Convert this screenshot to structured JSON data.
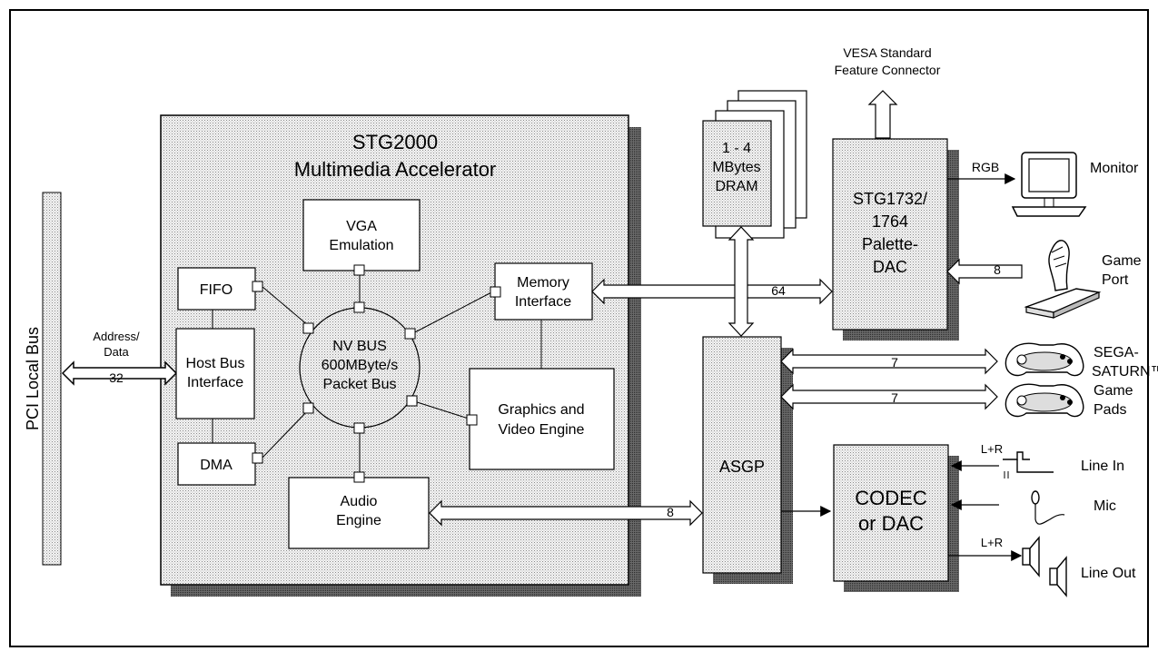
{
  "pci_bus": {
    "label": "PCI Local Bus"
  },
  "address_bus": {
    "label_line1": "Address/",
    "label_line2": "Data",
    "width": "32"
  },
  "stg2000": {
    "title": "STG2000",
    "subtitle": "Multimedia Accelerator"
  },
  "vga": {
    "line1": "VGA",
    "line2": "Emulation"
  },
  "fifo": {
    "label": "FIFO"
  },
  "host_bus": {
    "line1": "Host Bus",
    "line2": "Interface"
  },
  "dma": {
    "label": "DMA"
  },
  "nv_bus": {
    "line1": "NV BUS",
    "line2": "600MByte/s",
    "line3": "Packet Bus"
  },
  "memory_interface": {
    "line1": "Memory",
    "line2": "Interface"
  },
  "graphics_engine": {
    "line1": "Graphics and",
    "line2": "Video Engine"
  },
  "audio_engine": {
    "line1": "Audio",
    "line2": "Engine"
  },
  "dram": {
    "line1": "1 - 4",
    "line2": "MBytes",
    "line3": "DRAM"
  },
  "vesa": {
    "line1": "VESA Standard",
    "line2": "Feature Connector"
  },
  "palette_dac": {
    "line1": "STG1732/",
    "line2": "1764",
    "line3": "Palette-",
    "line4": "DAC"
  },
  "asgp": {
    "label": "ASGP"
  },
  "codec": {
    "line1": "CODEC",
    "line2": "or DAC"
  },
  "bus_widths": {
    "memory": "64",
    "game_port": "8",
    "audio": "8",
    "pad1": "7",
    "pad2": "7"
  },
  "signals": {
    "rgb": "RGB",
    "line_in_lr": "L+R",
    "line_out_lr": "L+R"
  },
  "peripherals": {
    "monitor": "Monitor",
    "game_port_line1": "Game",
    "game_port_line2": "Port",
    "sega_line1": "SEGA-",
    "sega_line2": "SATURN™",
    "sega_line3": "Game",
    "sega_line4": "Pads",
    "line_in": "Line In",
    "mic": "Mic",
    "line_out": "Line Out"
  }
}
